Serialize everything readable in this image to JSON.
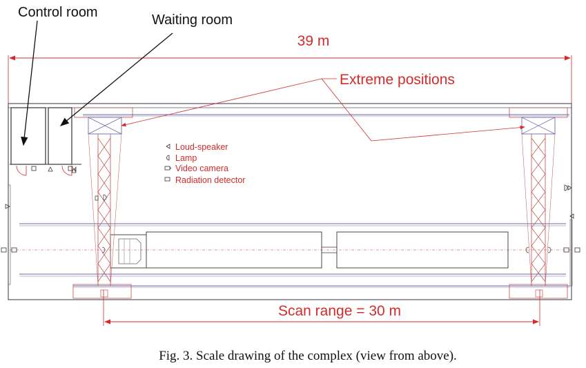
{
  "labels": {
    "control_room": "Control room",
    "waiting_room": "Waiting room",
    "length": "39 m",
    "extreme_positions": "Extreme positions",
    "scan_range": "Scan range = 30 m"
  },
  "legend": [
    {
      "icon": "loud-speaker-icon",
      "label": "Loud-speaker"
    },
    {
      "icon": "lamp-icon",
      "label": "Lamp"
    },
    {
      "icon": "video-camera-icon",
      "label": "Video camera"
    },
    {
      "icon": "radiation-detector-icon",
      "label": "Radiation detector"
    }
  ],
  "caption": "Fig. 3. Scale drawing of the complex (view from above).",
  "colors": {
    "annotation": "#d42a2a",
    "structure": "#555566",
    "gantry": "#c0504d",
    "gantry_blue": "#6a6aa8",
    "text": "#111111"
  }
}
